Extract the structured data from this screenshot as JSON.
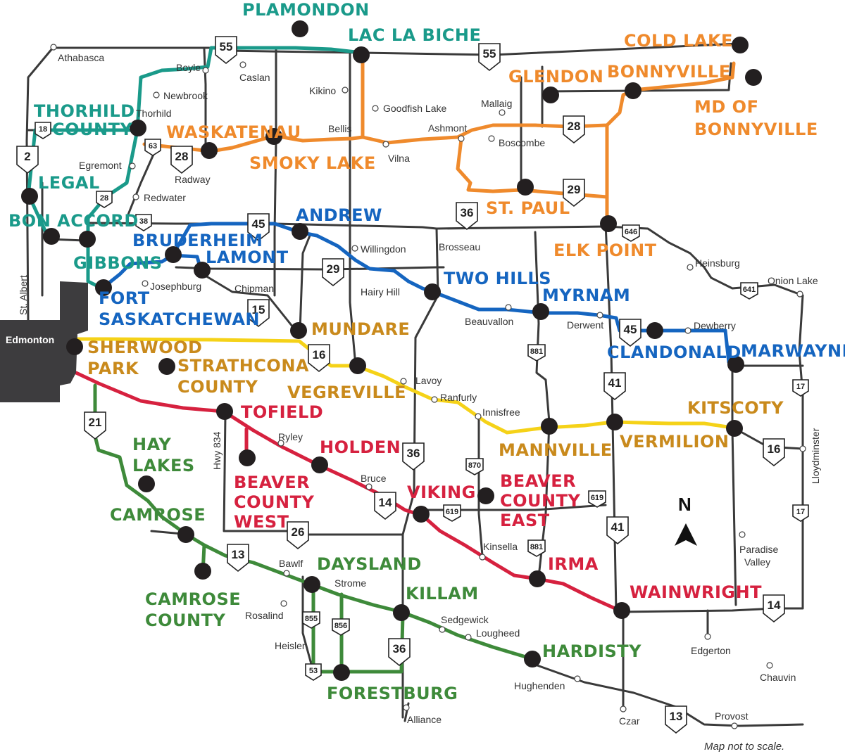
{
  "map": {
    "city": "Edmonton",
    "note": "Map not to scale.",
    "north_label": "N",
    "route_colors": {
      "teal": "#1a9a8a",
      "orange": "#ef8a2c",
      "blue": "#1565c0",
      "yellow": "#f5d218",
      "red": "#d6213f",
      "green": "#3e8a3a",
      "gold_text": "#c98a1c"
    },
    "places": {
      "plamondon": "PLAMONDON",
      "lac_la_biche": "LAC LA BICHE",
      "cold_lake": "COLD LAKE",
      "glendon": "GLENDON",
      "bonnyville": "BONNYVILLE",
      "md_bonnyville_1": "MD OF",
      "md_bonnyville_2": "BONNYVILLE",
      "thorhild_1": "THORHILD",
      "thorhild_2": "COUNTY",
      "waskatenau": "WASKATENAU",
      "smoky_lake": "SMOKY LAKE",
      "legal": "LEGAL",
      "bon_accord": "BON ACCORD",
      "bruderheim": "BRUDERHEIM",
      "andrew": "ANDREW",
      "lamont": "LAMONT",
      "gibbons": "GIBBONS",
      "fort_sask_1": "FORT",
      "fort_sask_2": "SASKATCHEWAN",
      "st_paul": "ST. PAUL",
      "elk_point": "ELK POINT",
      "two_hills": "TWO HILLS",
      "myrnam": "MYRNAM",
      "mundare": "MUNDARE",
      "sherwood_1": "SHERWOOD",
      "sherwood_2": "PARK",
      "strathcona_1": "STRATHCONA",
      "strathcona_2": "COUNTY",
      "vegreville": "VEGREVILLE",
      "elk_clandonald": "CLANDONALD",
      "marwayne": "MARWAYNE",
      "kitscoty": "KITSCOTY",
      "tofield": "TOFIELD",
      "holden": "HOLDEN",
      "mannville": "MANNVILLE",
      "vermilion": "VERMILION",
      "hay_lakes_1": "HAY",
      "hay_lakes_2": "LAKES",
      "beaver_west_1": "BEAVER",
      "beaver_west_2": "COUNTY",
      "beaver_west_3": "WEST",
      "viking": "VIKING",
      "beaver_east_1": "BEAVER",
      "beaver_east_2": "COUNTY",
      "beaver_east_3": "EAST",
      "camrose": "CAMROSE",
      "daysland": "DAYSLAND",
      "irma": "IRMA",
      "camrose_county_1": "CAMROSE",
      "camrose_county_2": "COUNTY",
      "killam": "KILLAM",
      "wainwright": "WAINWRIGHT",
      "hardisty": "HARDISTY",
      "forestburg": "FORESTBURG"
    },
    "towns": {
      "athabasca": "Athabasca",
      "boyle": "Boyle",
      "caslan": "Caslan",
      "newbrook": "Newbrook",
      "thorhild": "Thorhild",
      "kikino": "Kikino",
      "goodfish": "Goodfish Lake",
      "mallaig": "Mallaig",
      "bellis": "Bellis",
      "ashmont": "Ashmont",
      "boscombe": "Boscombe",
      "vilna": "Vilna",
      "egremont": "Egremont",
      "radway": "Radway",
      "redwater": "Redwater",
      "willingdon": "Willingdon",
      "brosseau": "Brosseau",
      "heinsburg": "Heinsburg",
      "onion_lake": "Onion Lake",
      "josephburg": "Josephburg",
      "chipman": "Chipman",
      "hairy_hill": "Hairy Hill",
      "beauvallon": "Beauvallon",
      "derwent": "Derwent",
      "dewberry": "Dewberry",
      "st_albert": "St. Albert",
      "lavoy": "Lavoy",
      "ranfurly": "Ranfurly",
      "innisfree": "Innisfree",
      "ryley": "Ryley",
      "hwy834": "Hwy 834",
      "lloydminster": "Lloydminster",
      "bruce": "Bruce",
      "paradise_1": "Paradise",
      "paradise_2": "Valley",
      "kinsella": "Kinsella",
      "bawlf": "Bawlf",
      "strome": "Strome",
      "rosalind": "Rosalind",
      "sedgewick": "Sedgewick",
      "lougheed": "Lougheed",
      "heisler": "Heisler",
      "edgerton": "Edgerton",
      "chauvin": "Chauvin",
      "hughenden": "Hughenden",
      "alliance": "Alliance",
      "czar": "Czar",
      "provost": "Provost"
    },
    "shields": {
      "h55a": "55",
      "h55b": "55",
      "h2": "2",
      "h18": "18",
      "h63": "63",
      "h28a": "28",
      "h28b": "28",
      "h28c": "28",
      "h38": "38",
      "h45a": "45",
      "h29a": "29",
      "h29b": "29",
      "h36a": "36",
      "h646": "646",
      "h641": "641",
      "h15": "15",
      "h16a": "16",
      "h45b": "45",
      "h881a": "881",
      "h41a": "41",
      "h17a": "17",
      "h16b": "16",
      "h21": "21",
      "h870": "870",
      "h36b": "36",
      "h14a": "14",
      "h619a": "619",
      "h619b": "619",
      "h17b": "17",
      "h41b": "41",
      "h26": "26",
      "h881b": "881",
      "h13a": "13",
      "h855": "855",
      "h856": "856",
      "h36c": "36",
      "h14b": "14",
      "h53": "53",
      "h13b": "13"
    }
  }
}
